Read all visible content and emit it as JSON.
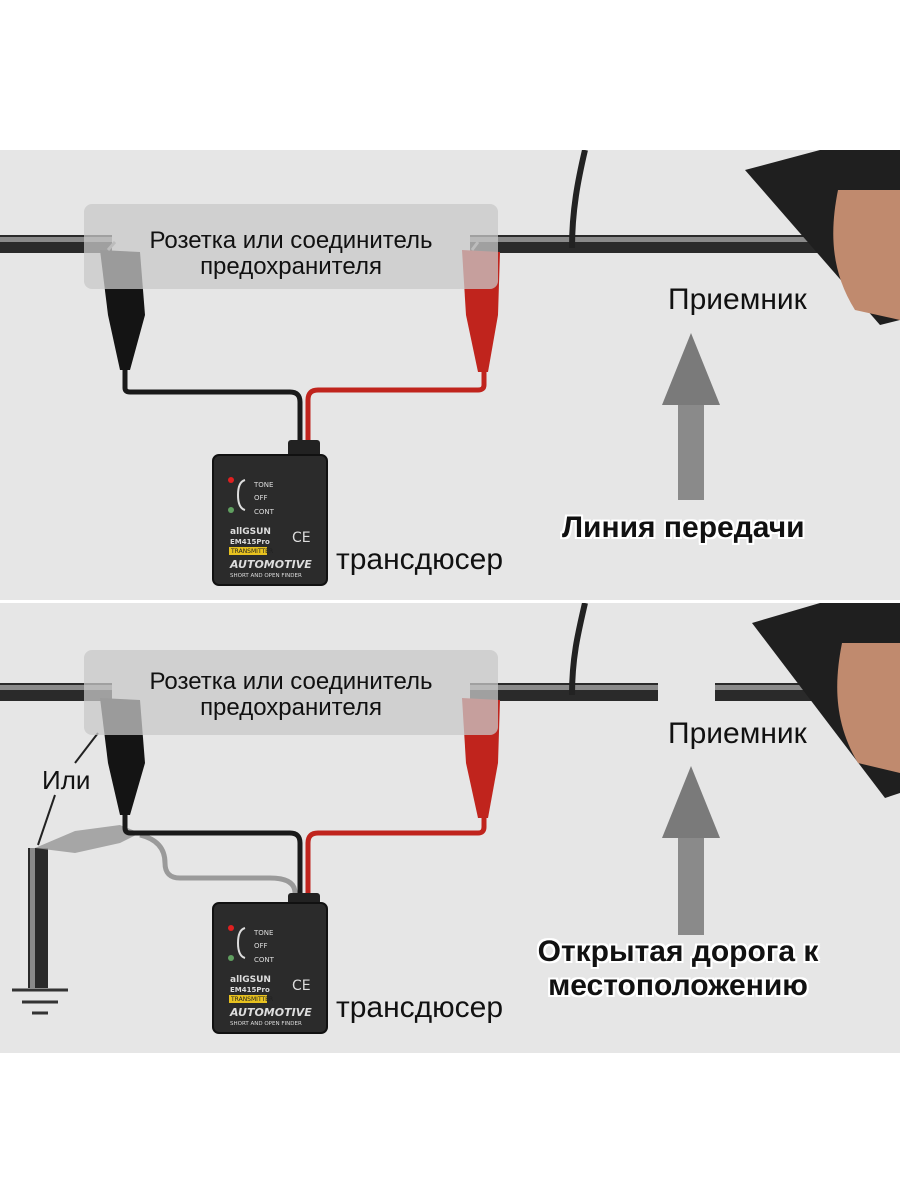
{
  "top": {
    "socket_label_line1": "Розетка или соединитель",
    "socket_label_line2": "предохранителя",
    "receiver_label": "Приемник",
    "transducer_label": "трансдюсер",
    "line_label": "Линия передачи"
  },
  "bottom": {
    "socket_label_line1": "Розетка или соединитель",
    "socket_label_line2": "предохранителя",
    "receiver_label": "Приемник",
    "transducer_label": "трансдюсер",
    "or_label": "Или",
    "open_label_line1": "Открытая дорога к",
    "open_label_line2": "местоположению"
  },
  "device": {
    "brand": "allGSUN",
    "model": "EM415Pro",
    "badge": "TRANSMITTER",
    "title": "AUTOMOTIVE",
    "subtitle": "SHORT AND OPEN FINDER",
    "mode_tone": "TONE",
    "mode_off": "OFF",
    "mode_cont": "CONT",
    "mark": "CE"
  },
  "colors": {
    "panel": "#e6e6e6",
    "wire_black": "#1a1a1a",
    "wire_red": "#c0241d",
    "arrow": "#7a7a7a"
  }
}
